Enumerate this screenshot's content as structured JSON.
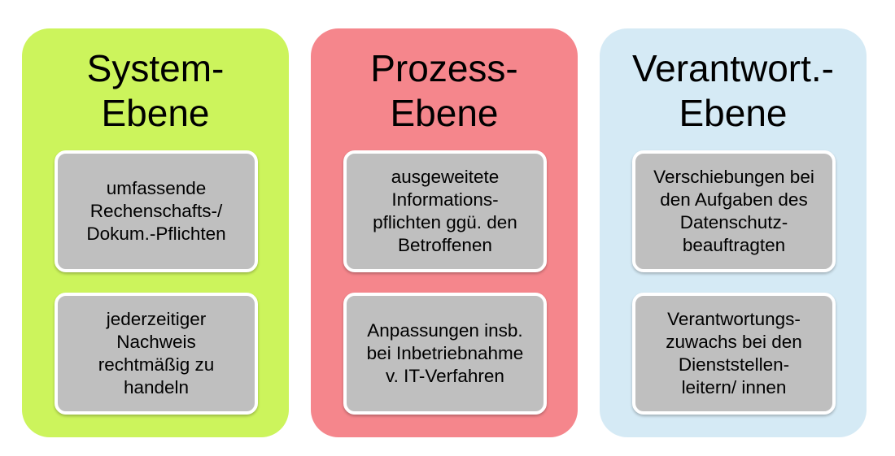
{
  "columns": [
    {
      "title_lines": [
        "System-",
        "Ebene"
      ],
      "bg": "#ccf45c",
      "cards": [
        {
          "lines": [
            "umfassende",
            "Rechenschafts-/",
            "Dokum.-Pflichten"
          ]
        },
        {
          "lines": [
            "jederzeitiger",
            "Nachweis",
            "rechtmäßig zu",
            "handeln"
          ]
        }
      ]
    },
    {
      "title_lines": [
        "Prozess-",
        "Ebene"
      ],
      "bg": "#f5868c",
      "cards": [
        {
          "lines": [
            "ausgeweitete",
            "Informations-",
            "pflichten ggü. den",
            "Betroffenen"
          ]
        },
        {
          "lines": [
            "Anpassungen insb.",
            "bei Inbetriebnahme",
            "v. IT-Verfahren"
          ]
        }
      ]
    },
    {
      "title_lines": [
        "Verantwort.-",
        "Ebene"
      ],
      "bg": "#d5eaf5",
      "cards": [
        {
          "lines": [
            "Verschiebungen bei",
            "den Aufgaben des",
            "Datenschutz-",
            "beauftragten"
          ]
        },
        {
          "lines": [
            "Verantwortungs-",
            "zuwachs bei den",
            "Dienststellen-",
            "leitern/ innen"
          ]
        }
      ]
    }
  ],
  "colors": {
    "card_bg": "#bfbfbf",
    "card_border": "#ffffff",
    "text": "#000000"
  }
}
